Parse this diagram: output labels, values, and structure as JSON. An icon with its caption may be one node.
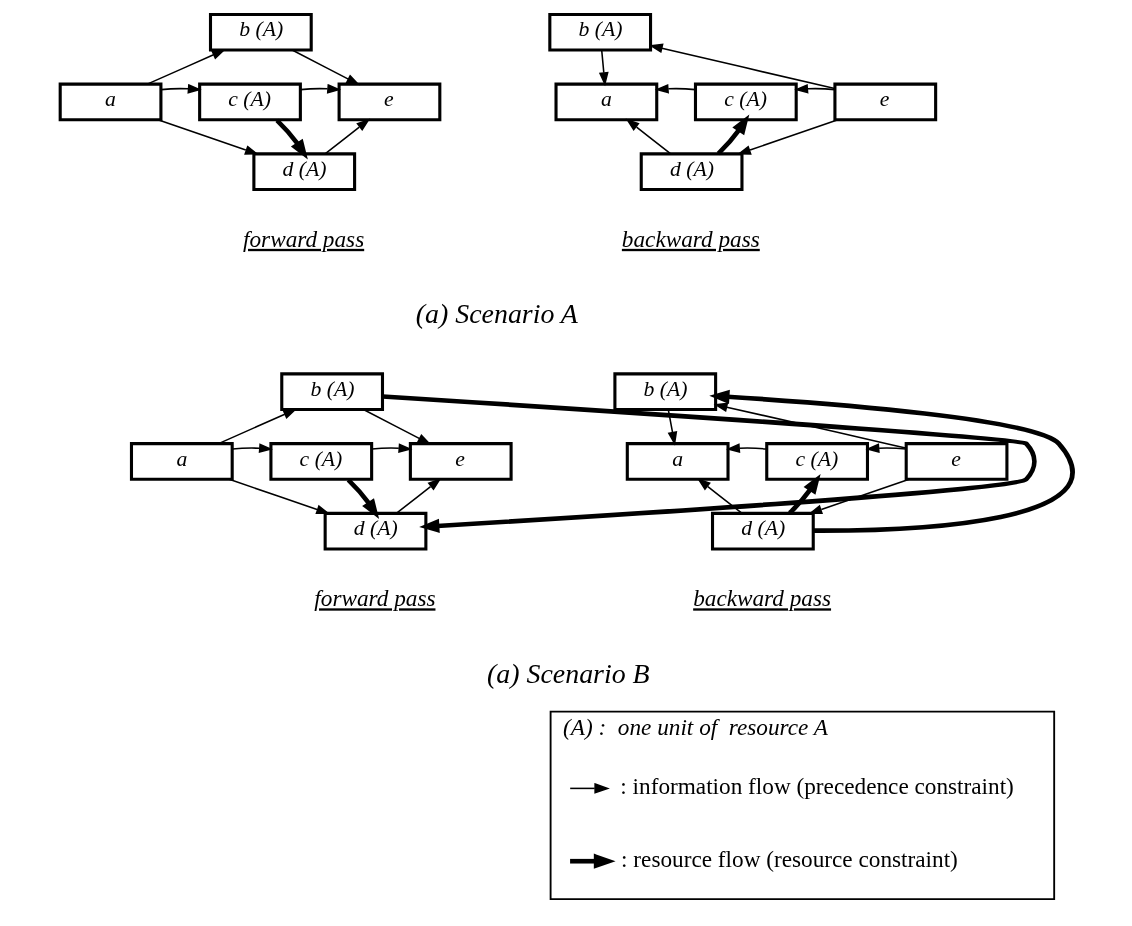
{
  "diagram": {
    "nodes": [
      {
        "text": [
          "a"
        ]
      },
      {
        "text": [
          "b (A)"
        ]
      },
      {
        "text": [
          "c (A)"
        ]
      },
      {
        "text": [
          "d (A)"
        ]
      },
      {
        "text": [
          "e"
        ]
      },
      {
        "text": [
          "a"
        ]
      },
      {
        "text": [
          "b (A)"
        ]
      },
      {
        "text": [
          "c (A)"
        ]
      },
      {
        "text": [
          "d (A)"
        ]
      },
      {
        "text": [
          "e"
        ]
      },
      {
        "text": [
          "a"
        ]
      },
      {
        "text": [
          "b (A)"
        ]
      },
      {
        "text": [
          "c (A)"
        ]
      },
      {
        "text": [
          "d (A)"
        ]
      },
      {
        "text": [
          "e"
        ]
      },
      {
        "text": [
          "a"
        ]
      },
      {
        "text": [
          "b (A)"
        ]
      },
      {
        "text": [
          "c (A)"
        ]
      },
      {
        "text": [
          "d (A)"
        ]
      },
      {
        "text": [
          "e"
        ]
      },
      {
        "text": [
          "(A) :  one unit of  resource A"
        ]
      }
    ],
    "edges": [
      {
        "from": 0,
        "to": 1,
        "arrow": "to"
      },
      {
        "from": 0,
        "to": 2,
        "arrow": "to"
      },
      {
        "from": 0,
        "to": 3,
        "arrow": "to"
      },
      {
        "from": 1,
        "to": 4,
        "arrow": "to"
      },
      {
        "from": 2,
        "to": 4,
        "arrow": "to"
      },
      {
        "from": 3,
        "to": 4,
        "arrow": "to"
      },
      {
        "from": 2,
        "to": 3,
        "arrow": "to",
        "style": "thick"
      },
      {
        "from": 9,
        "to": 6,
        "arrow": "to"
      },
      {
        "from": 9,
        "to": 7,
        "arrow": "to"
      },
      {
        "from": 9,
        "to": 8,
        "arrow": "to"
      },
      {
        "from": 6,
        "to": 5,
        "arrow": "to"
      },
      {
        "from": 7,
        "to": 5,
        "arrow": "to"
      },
      {
        "from": 8,
        "to": 5,
        "arrow": "to"
      },
      {
        "from": 8,
        "to": 7,
        "arrow": "to",
        "style": "thick"
      },
      {
        "from": 10,
        "to": 11,
        "arrow": "to"
      },
      {
        "from": 10,
        "to": 12,
        "arrow": "to"
      },
      {
        "from": 10,
        "to": 13,
        "arrow": "to"
      },
      {
        "from": 11,
        "to": 14,
        "arrow": "to"
      },
      {
        "from": 12,
        "to": 14,
        "arrow": "to"
      },
      {
        "from": 13,
        "to": 14,
        "arrow": "to"
      },
      {
        "from": 11,
        "to": 13,
        "arrow": "to",
        "style": "thick"
      },
      {
        "from": 12,
        "to": 13,
        "arrow": "to",
        "style": "thick"
      },
      {
        "from": 19,
        "to": 16,
        "arrow": "to"
      },
      {
        "from": 19,
        "to": 17,
        "arrow": "to"
      },
      {
        "from": 19,
        "to": 18,
        "arrow": "to"
      },
      {
        "from": 16,
        "to": 15,
        "arrow": "to"
      },
      {
        "from": 17,
        "to": 15,
        "arrow": "to"
      },
      {
        "from": 18,
        "to": 15,
        "arrow": "to"
      },
      {
        "from": 18,
        "to": 16,
        "arrow": "to",
        "style": "thick"
      },
      {
        "from": 18,
        "to": 17,
        "arrow": "to",
        "style": "thick"
      }
    ],
    "labels": [
      "forward pass",
      "backward pass",
      "(a) Scenario A",
      "forward pass",
      "backward pass",
      "(a) Scenario B"
    ],
    "legend": [
      {
        "text": ": information flow (precedence constraint)"
      },
      {
        "text": ": resource flow (resource constraint)"
      }
    ]
  }
}
